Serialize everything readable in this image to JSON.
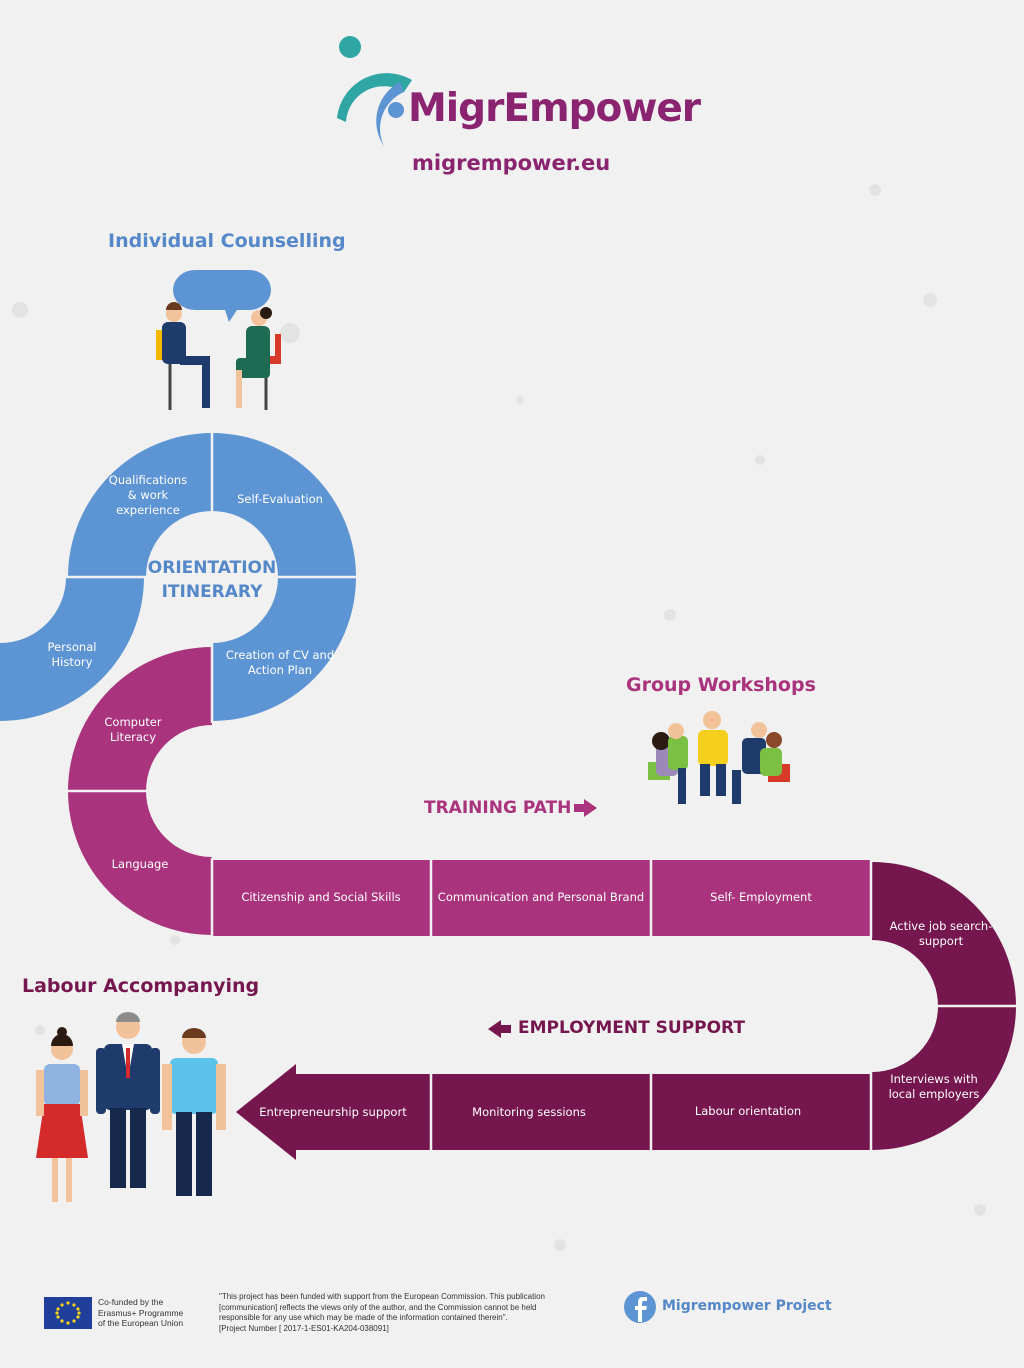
{
  "brand": {
    "name": "MigrEmpower",
    "website": "migrempower.eu"
  },
  "sections": {
    "individual_counselling": "Individual Counselling",
    "group_workshops": "Group Workshops",
    "labour_accompanying": "Labour Accompanying"
  },
  "orientation": {
    "title_line1": "ORIENTATION",
    "title_line2": "ITINERARY",
    "steps": {
      "qualifications": "Qualifications & work experience",
      "self_evaluation": "Self-Evaluation",
      "personal_history": "Personal History",
      "cv_action_plan": "Creation of CV and Action Plan"
    }
  },
  "training": {
    "arrow_label": "TRAINING PATH",
    "steps": {
      "computer_literacy": "Computer Literacy",
      "language": "Language",
      "citizenship": "Citizenship and Social Skills",
      "communication": "Communication and Personal Brand",
      "self_employment": "Self- Employment"
    }
  },
  "employment": {
    "arrow_label": "EMPLOYMENT SUPPORT",
    "steps": {
      "active_job_search": "Active job search- support",
      "interviews": "Interviews with local employers",
      "labour_orientation": "Labour orientation",
      "monitoring": "Monitoring sessions",
      "entrepreneurship": "Entrepreneurship support"
    }
  },
  "footer": {
    "eu_line1": "Co-funded by the",
    "eu_line2": "Erasmus+ Programme",
    "eu_line3": "of the European Union",
    "disclaimer_1": "\"This project has been funded with support from the European Commission. This publication",
    "disclaimer_2": "[communication] reflects the views only of the author, and the Commission cannot be held",
    "disclaimer_3": "responsible for any use which may be made of the information contained therein\".",
    "disclaimer_4": "[Project Number [ 2017-1-ES01-KA204-038091]",
    "facebook_label": "Migrempower Project"
  },
  "colors": {
    "blue": "#5d94d3",
    "title_blue": "#5588c8",
    "magenta": "#a9337c",
    "plum": "#75164e",
    "brand_purple": "#8a2470",
    "teal": "#2fa6a4"
  },
  "icons": [
    "logo-mark-icon",
    "speech-bubble-icon",
    "arrow-right-icon",
    "arrow-left-icon",
    "eu-flag-icon",
    "facebook-icon"
  ]
}
